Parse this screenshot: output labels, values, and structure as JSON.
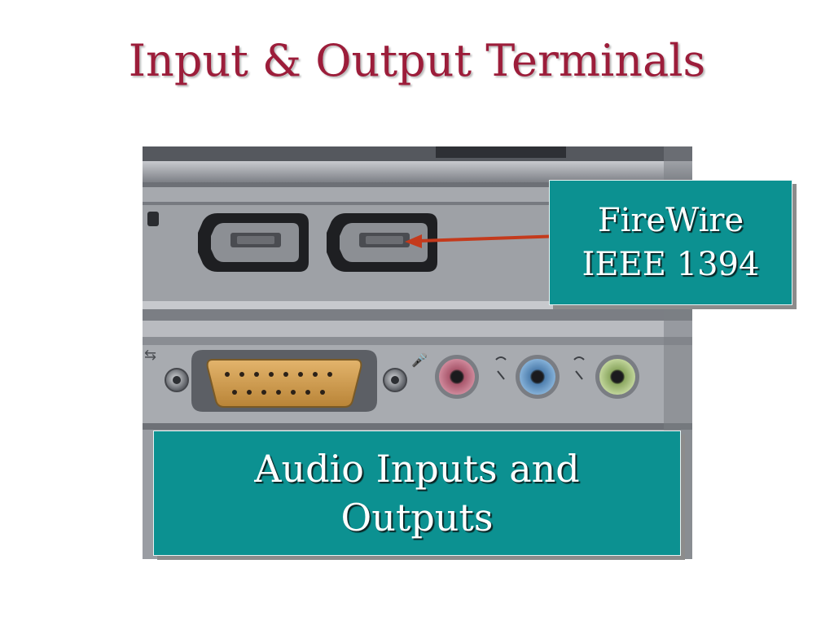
{
  "slide": {
    "title": "Input & Output Terminals"
  },
  "callouts": {
    "firewire": {
      "line1": "FireWire",
      "line2": "IEEE 1394"
    },
    "audio": {
      "line1": "Audio Inputs and",
      "line2": "Outputs"
    }
  },
  "photo": {
    "subject": "computer rear panel with FireWire ports, game port and audio jacks",
    "audio_jack_colors": [
      "#c9778c",
      "#6f9fcc",
      "#b2c98a"
    ]
  },
  "colors": {
    "title": "#9c1d3a",
    "callout_fill": "#0c9191",
    "callout_text": "#ffffff",
    "arrow": "#c43a1c"
  }
}
